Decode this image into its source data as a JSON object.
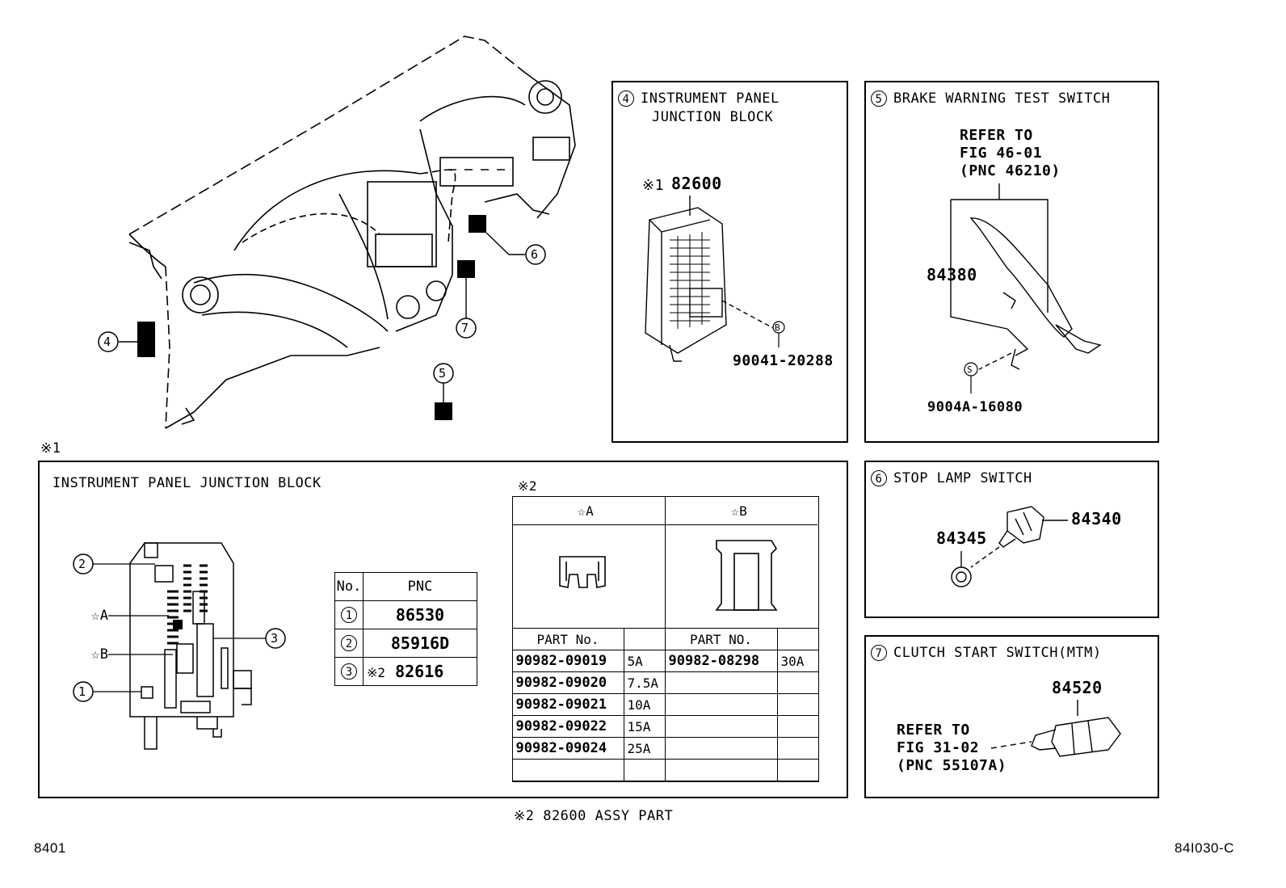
{
  "overview": {
    "callouts": [
      {
        "num": "4"
      },
      {
        "num": "5"
      },
      {
        "num": "6"
      },
      {
        "num": "7"
      }
    ]
  },
  "panel4": {
    "num": "4",
    "title_line1": "INSTRUMENT PANEL",
    "title_line2": "JUNCTION BLOCK",
    "ref_mark": "※1",
    "part_main": "82600",
    "bolt_marker": "B",
    "bolt_part": "90041-20288"
  },
  "panel5": {
    "num": "5",
    "title": "BRAKE WARNING TEST SWITCH",
    "refer_line1": "REFER TO",
    "refer_line2": "FIG 46-01",
    "refer_line3": "(PNC 46210)",
    "part_switch": "84380",
    "screw_marker": "S",
    "part_screw": "9004A-16080"
  },
  "panel6": {
    "num": "6",
    "title": "STOP LAMP SWITCH",
    "part_switch": "84340",
    "part_cushion": "84345"
  },
  "panel7": {
    "num": "7",
    "title": "CLUTCH START SWITCH(MTM)",
    "part_switch": "84520",
    "refer_line1": "REFER TO",
    "refer_line2": "FIG 31-02",
    "refer_line3": "(PNC 55107A)"
  },
  "junction": {
    "section_mark": "※1",
    "title": "INSTRUMENT PANEL JUNCTION BLOCK",
    "callout_2": "2",
    "callout_3": "3",
    "callout_1": "1",
    "star_a": "☆A",
    "star_b": "☆B",
    "pnc_table": {
      "headers": [
        "No.",
        "PNC"
      ],
      "rows": [
        {
          "no": "1",
          "mark": "",
          "pnc": "86530"
        },
        {
          "no": "2",
          "mark": "",
          "pnc": "85916D"
        },
        {
          "no": "3",
          "mark": "※2",
          "pnc": "82616"
        }
      ]
    },
    "fuse_mark": "※2",
    "fuse_table": {
      "col_a": "☆A",
      "col_b": "☆B",
      "part_header_a": "PART No.",
      "part_header_b": "PART NO.",
      "rows": [
        {
          "a_part": "90982-09019",
          "a_amp": "5A",
          "b_part": "90982-08298",
          "b_amp": "30A"
        },
        {
          "a_part": "90982-09020",
          "a_amp": "7.5A",
          "b_part": "",
          "b_amp": ""
        },
        {
          "a_part": "90982-09021",
          "a_amp": "10A",
          "b_part": "",
          "b_amp": ""
        },
        {
          "a_part": "90982-09022",
          "a_amp": "15A",
          "b_part": "",
          "b_amp": ""
        },
        {
          "a_part": "90982-09024",
          "a_amp": "25A",
          "b_part": "",
          "b_amp": ""
        },
        {
          "a_part": "",
          "a_amp": "",
          "b_part": "",
          "b_amp": ""
        }
      ]
    },
    "footnote": "※2 82600 ASSY PART"
  },
  "footer": {
    "left_code": "8401",
    "right_code": "84I030-C"
  }
}
